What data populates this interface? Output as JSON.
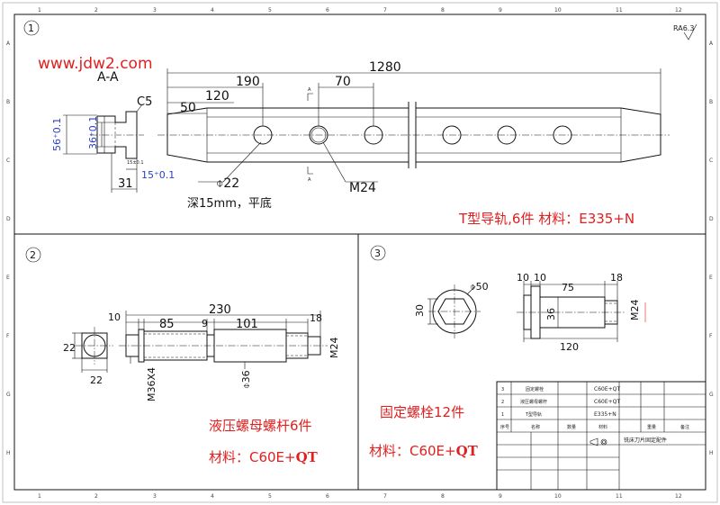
{
  "watermark": "www.jdw2.com",
  "grid": {
    "columns": [
      "1",
      "2",
      "3",
      "4",
      "5",
      "6",
      "7",
      "8",
      "9",
      "10",
      "11",
      "12"
    ],
    "rows": [
      "A",
      "B",
      "C",
      "D",
      "E",
      "F",
      "G",
      "H"
    ]
  },
  "view1": {
    "number": "1",
    "roughness": "RA6.3",
    "section_label": "A-A",
    "section_mark": "A",
    "dims": {
      "overall": "1280",
      "pitch1": "190",
      "pitch2": "120",
      "pitch3": "50",
      "spacing": "70",
      "chamfer": "C5",
      "height": "56⁺0.1",
      "slot_height": "36⁺0.1",
      "slot_depth": "15⁺0.1",
      "width": "31",
      "slot_small": "15±0.1",
      "hole": "⌽22",
      "thread": "M24"
    },
    "note_depth": "深15mm，平底",
    "caption": "T型导轨,6件   材料：E335+N"
  },
  "view2": {
    "number": "2",
    "dims": {
      "side_h": "22",
      "side_w": "22",
      "total": "230",
      "d1": "10",
      "d2": "85",
      "d3": "9",
      "d4": "101",
      "d5": "18",
      "thread_end": "M24",
      "thread_left": "M36X4",
      "dia": "⌽36"
    },
    "caption_name": "液压螺母螺杆",
    "caption_count": "6件",
    "caption_material_label": "材料：C60E+",
    "caption_material_suffix": "QT"
  },
  "view3": {
    "number": "3",
    "dims": {
      "hex": "30",
      "dia": "⌽50",
      "d1": "10",
      "d2": "10",
      "d3": "75",
      "d4": "18",
      "dia2": "36",
      "thread": "M24",
      "total": "120"
    },
    "caption_name": "固定螺栓",
    "caption_count": "12件",
    "caption_material_label": "材料：C60E+",
    "caption_material_suffix": "QT"
  },
  "title_block": {
    "parts": [
      {
        "no": "3",
        "name": "固定螺栓",
        "material": "C60E+QT"
      },
      {
        "no": "2",
        "name": "液压螺母螺杆",
        "material": "C60E+QT"
      },
      {
        "no": "1",
        "name": "T型导轨",
        "material": "E335+N"
      }
    ],
    "header": [
      "序号",
      "名称",
      "数量",
      "材料",
      "重量",
      "备注"
    ],
    "drawing_title": "铣床刀片固定配件"
  }
}
